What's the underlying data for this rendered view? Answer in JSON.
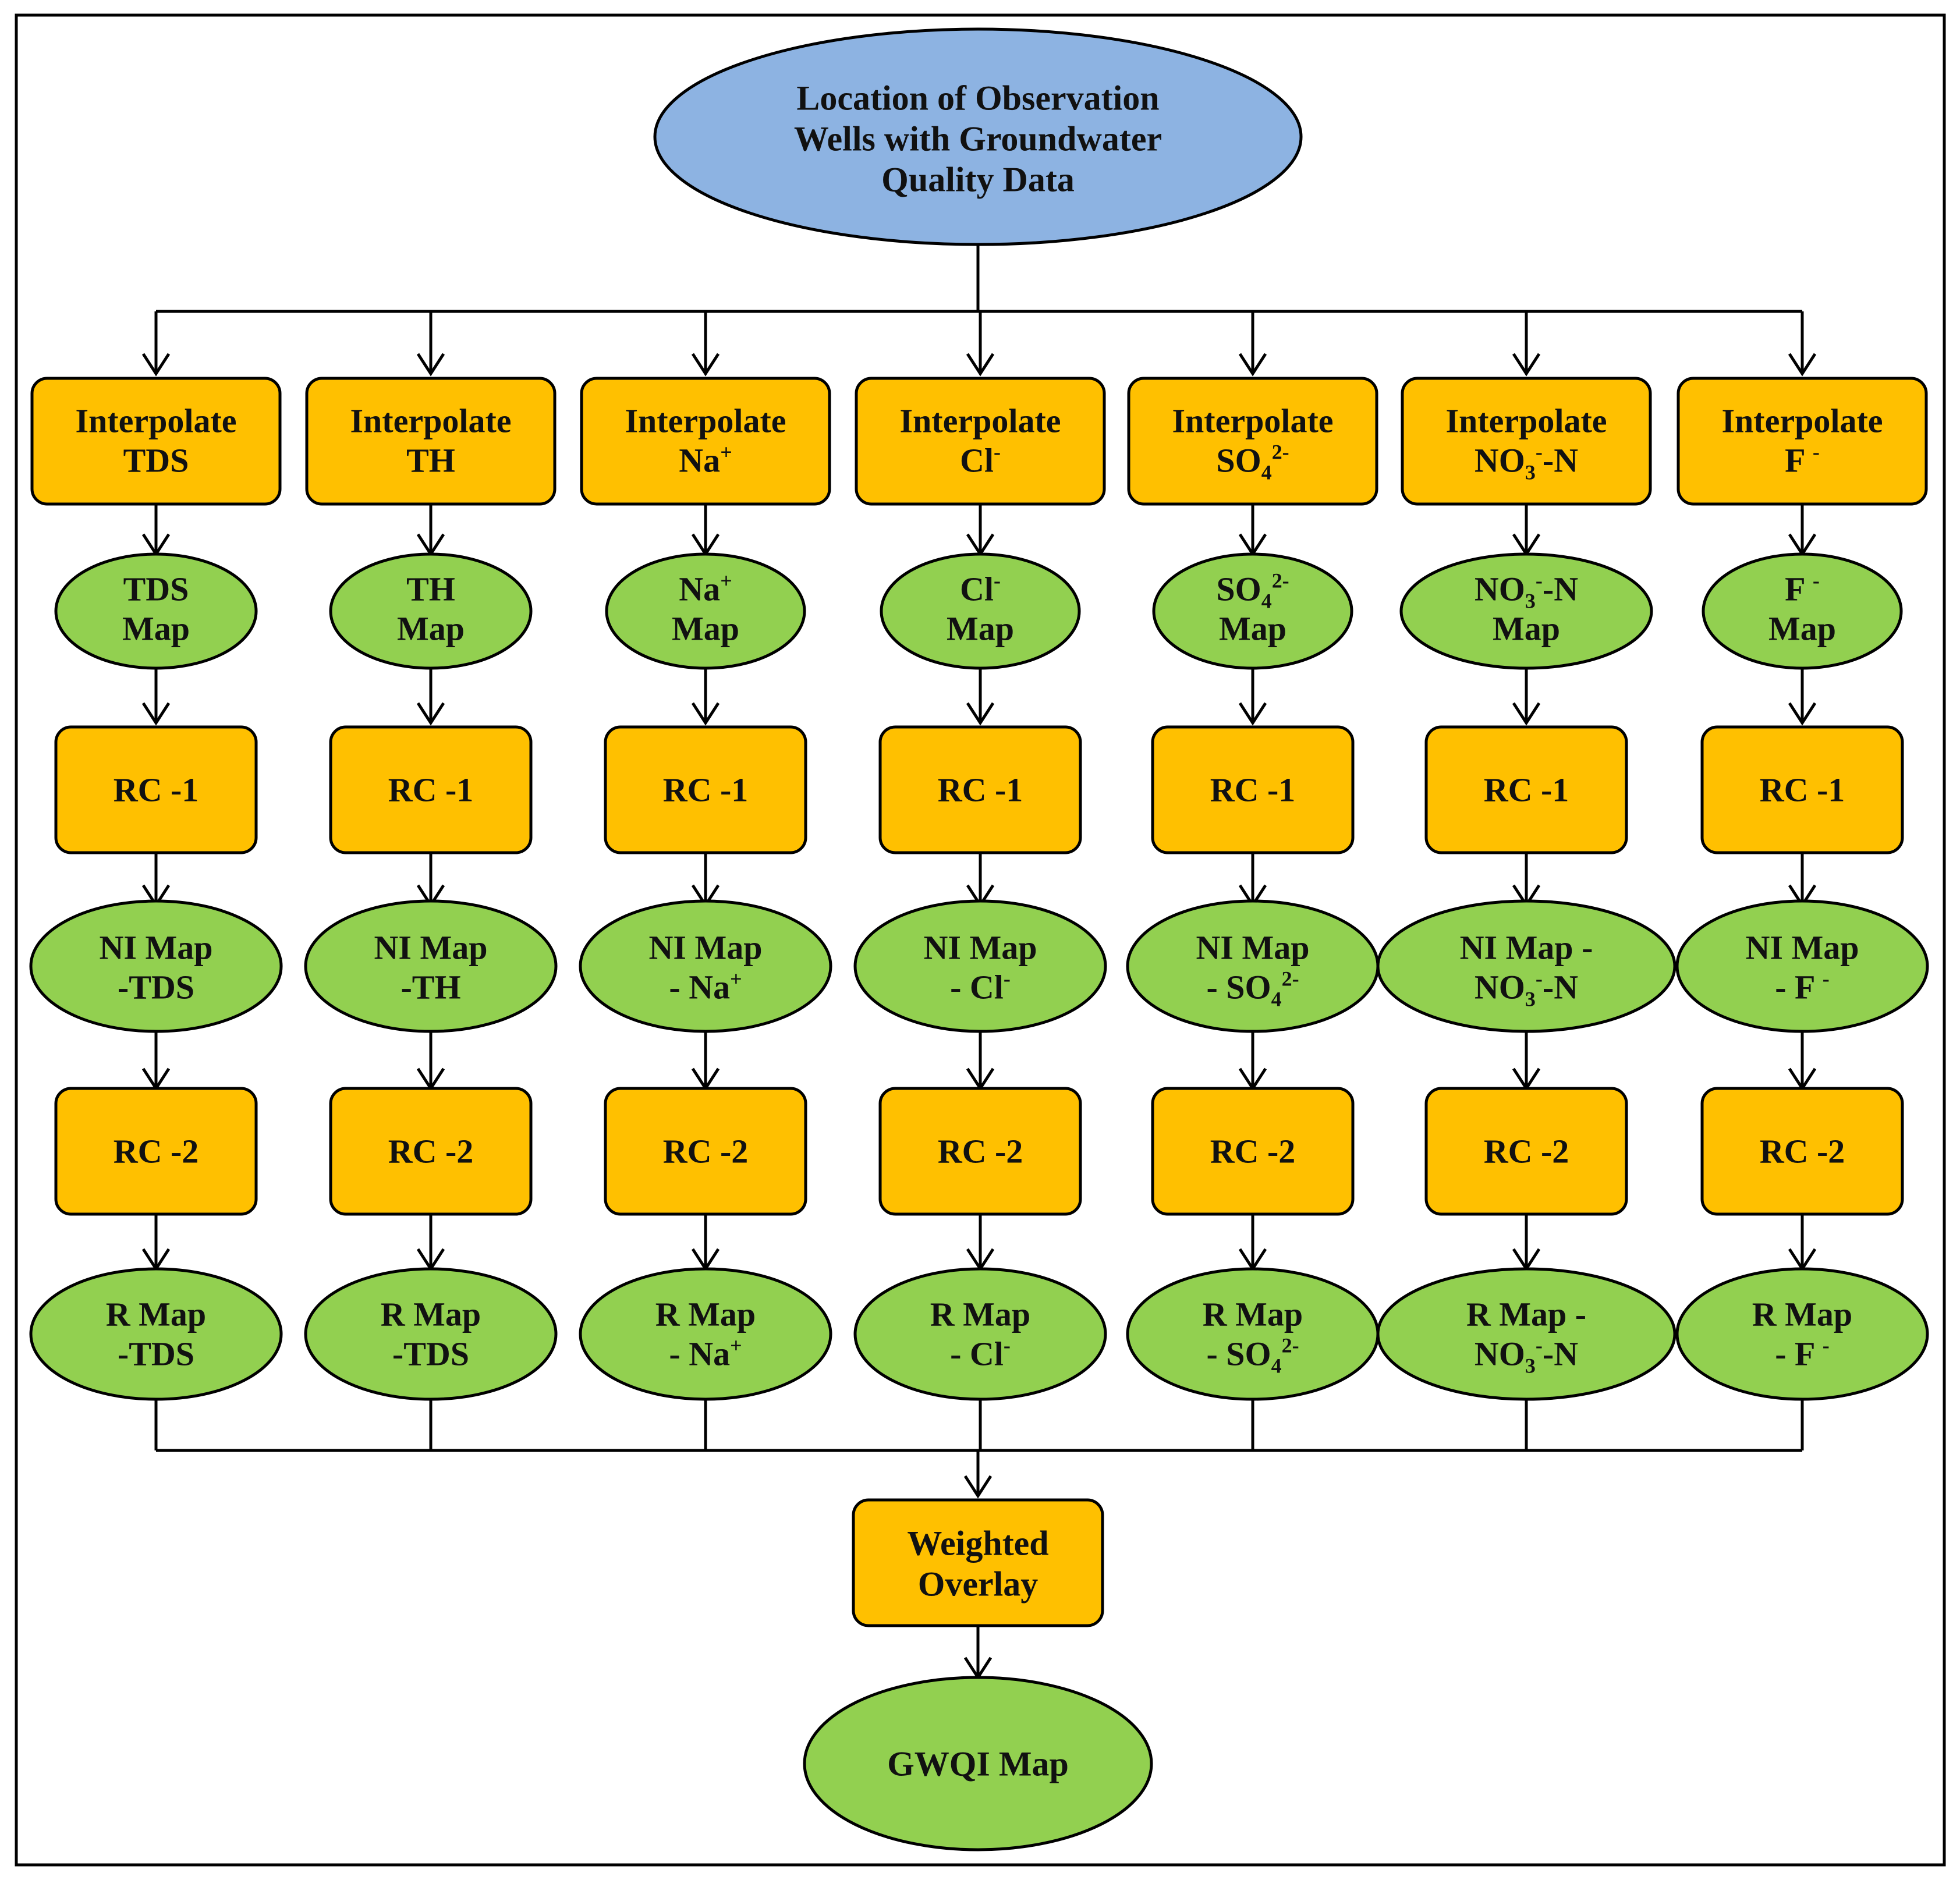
{
  "colors": {
    "blue_node": "#8db3e2",
    "orange_node": "#ffc000",
    "green_node": "#92d050",
    "line": "#000000",
    "border": "#000000"
  },
  "source": {
    "lines": [
      [
        {
          "t": "Location of Observation"
        }
      ],
      [
        {
          "t": "Wells with Groundwater"
        }
      ],
      [
        {
          "t": "Quality Data"
        }
      ]
    ]
  },
  "columns": [
    {
      "interpolate": [
        [
          {
            "t": "Interpolate"
          }
        ],
        [
          {
            "t": "TDS"
          }
        ]
      ],
      "map": [
        [
          {
            "t": "TDS"
          }
        ],
        [
          {
            "t": "Map"
          }
        ]
      ],
      "rc1": [
        [
          {
            "t": "RC -1"
          }
        ]
      ],
      "ni": [
        [
          {
            "t": "NI Map"
          }
        ],
        [
          {
            "t": "-TDS"
          }
        ]
      ],
      "rc2": [
        [
          {
            "t": "RC -2"
          }
        ]
      ],
      "r": [
        [
          {
            "t": "R Map"
          }
        ],
        [
          {
            "t": "-TDS"
          }
        ]
      ]
    },
    {
      "interpolate": [
        [
          {
            "t": "Interpolate"
          }
        ],
        [
          {
            "t": "TH"
          }
        ]
      ],
      "map": [
        [
          {
            "t": "TH"
          }
        ],
        [
          {
            "t": "Map"
          }
        ]
      ],
      "rc1": [
        [
          {
            "t": "RC -1"
          }
        ]
      ],
      "ni": [
        [
          {
            "t": "NI Map"
          }
        ],
        [
          {
            "t": "-TH"
          }
        ]
      ],
      "rc2": [
        [
          {
            "t": "RC -2"
          }
        ]
      ],
      "r": [
        [
          {
            "t": "R Map"
          }
        ],
        [
          {
            "t": "-TDS"
          }
        ]
      ]
    },
    {
      "interpolate": [
        [
          {
            "t": "Interpolate"
          }
        ],
        [
          {
            "t": "Na"
          },
          {
            "t": "+",
            "sup": true
          }
        ]
      ],
      "map": [
        [
          {
            "t": "Na"
          },
          {
            "t": "+",
            "sup": true
          }
        ],
        [
          {
            "t": "Map"
          }
        ]
      ],
      "rc1": [
        [
          {
            "t": "RC -1"
          }
        ]
      ],
      "ni": [
        [
          {
            "t": "NI Map"
          }
        ],
        [
          {
            "t": "- Na"
          },
          {
            "t": "+",
            "sup": true
          }
        ]
      ],
      "rc2": [
        [
          {
            "t": "RC -2"
          }
        ]
      ],
      "r": [
        [
          {
            "t": "R Map"
          }
        ],
        [
          {
            "t": "- Na"
          },
          {
            "t": "+",
            "sup": true
          }
        ]
      ]
    },
    {
      "interpolate": [
        [
          {
            "t": "Interpolate"
          }
        ],
        [
          {
            "t": "Cl"
          },
          {
            "t": "-",
            "sup": true
          }
        ]
      ],
      "map": [
        [
          {
            "t": "Cl"
          },
          {
            "t": "-",
            "sup": true
          }
        ],
        [
          {
            "t": "Map"
          }
        ]
      ],
      "rc1": [
        [
          {
            "t": "RC -1"
          }
        ]
      ],
      "ni": [
        [
          {
            "t": "NI Map"
          }
        ],
        [
          {
            "t": "- Cl"
          },
          {
            "t": "-",
            "sup": true
          }
        ]
      ],
      "rc2": [
        [
          {
            "t": "RC -2"
          }
        ]
      ],
      "r": [
        [
          {
            "t": "R Map"
          }
        ],
        [
          {
            "t": "- Cl"
          },
          {
            "t": "-",
            "sup": true
          }
        ]
      ]
    },
    {
      "interpolate": [
        [
          {
            "t": "Interpolate"
          }
        ],
        [
          {
            "t": "SO"
          },
          {
            "t": "4",
            "sub": true
          },
          {
            "t": "2-",
            "sup": true
          }
        ]
      ],
      "map": [
        [
          {
            "t": "SO"
          },
          {
            "t": "4",
            "sub": true
          },
          {
            "t": "2-",
            "sup": true
          }
        ],
        [
          {
            "t": "Map"
          }
        ]
      ],
      "rc1": [
        [
          {
            "t": "RC -1"
          }
        ]
      ],
      "ni": [
        [
          {
            "t": "NI Map"
          }
        ],
        [
          {
            "t": "- SO"
          },
          {
            "t": "4",
            "sub": true
          },
          {
            "t": "2-",
            "sup": true
          }
        ]
      ],
      "rc2": [
        [
          {
            "t": "RC -2"
          }
        ]
      ],
      "r": [
        [
          {
            "t": "R Map"
          }
        ],
        [
          {
            "t": "- SO"
          },
          {
            "t": "4",
            "sub": true
          },
          {
            "t": "2-",
            "sup": true
          }
        ]
      ]
    },
    {
      "interpolate": [
        [
          {
            "t": "Interpolate"
          }
        ],
        [
          {
            "t": "NO"
          },
          {
            "t": "3",
            "sub": true
          },
          {
            "t": "-",
            "sup": true
          },
          {
            "t": "-N"
          }
        ]
      ],
      "map": [
        [
          {
            "t": "NO"
          },
          {
            "t": "3",
            "sub": true
          },
          {
            "t": "-",
            "sup": true
          },
          {
            "t": "-N"
          }
        ],
        [
          {
            "t": "Map"
          }
        ]
      ],
      "rc1": [
        [
          {
            "t": "RC -1"
          }
        ]
      ],
      "ni": [
        [
          {
            "t": "NI Map -"
          }
        ],
        [
          {
            "t": "NO"
          },
          {
            "t": "3",
            "sub": true
          },
          {
            "t": "-",
            "sup": true
          },
          {
            "t": "-N"
          }
        ]
      ],
      "rc2": [
        [
          {
            "t": "RC -2"
          }
        ]
      ],
      "r": [
        [
          {
            "t": "R Map -"
          }
        ],
        [
          {
            "t": "NO"
          },
          {
            "t": "3",
            "sub": true
          },
          {
            "t": "-",
            "sup": true
          },
          {
            "t": "-N"
          }
        ]
      ]
    },
    {
      "interpolate": [
        [
          {
            "t": "Interpolate"
          }
        ],
        [
          {
            "t": "F "
          },
          {
            "t": "-",
            "sup": true
          }
        ]
      ],
      "map": [
        [
          {
            "t": "F "
          },
          {
            "t": "-",
            "sup": true
          }
        ],
        [
          {
            "t": "Map"
          }
        ]
      ],
      "rc1": [
        [
          {
            "t": "RC -1"
          }
        ]
      ],
      "ni": [
        [
          {
            "t": "NI Map"
          }
        ],
        [
          {
            "t": "- F "
          },
          {
            "t": "-",
            "sup": true
          }
        ]
      ],
      "rc2": [
        [
          {
            "t": "RC -2"
          }
        ]
      ],
      "r": [
        [
          {
            "t": "R Map"
          }
        ],
        [
          {
            "t": "- F "
          },
          {
            "t": "-",
            "sup": true
          }
        ]
      ]
    }
  ],
  "overlay": {
    "lines": [
      [
        {
          "t": "Weighted"
        }
      ],
      [
        {
          "t": "Overlay"
        }
      ]
    ]
  },
  "result": {
    "lines": [
      [
        {
          "t": "GWQI Map"
        }
      ]
    ]
  }
}
